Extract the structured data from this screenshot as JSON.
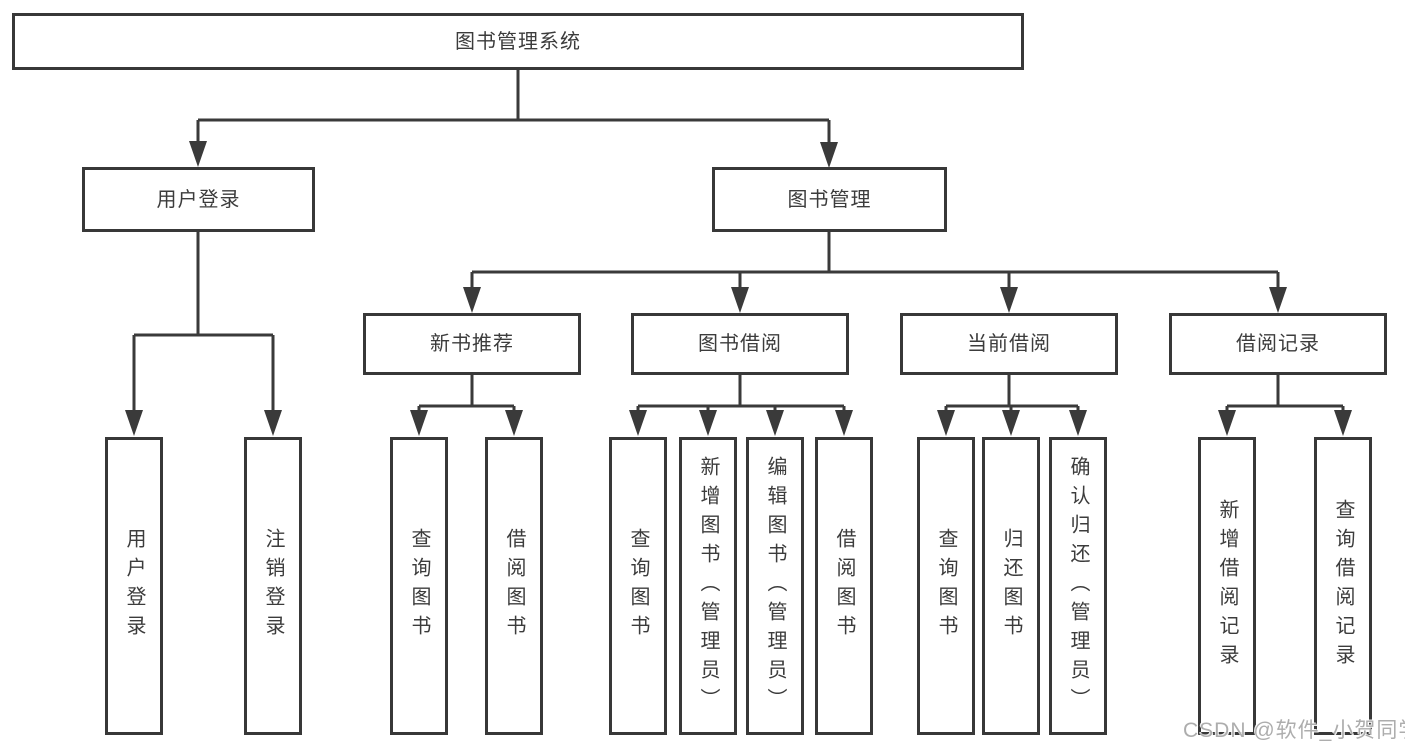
{
  "tree": {
    "label": "图书管理系统",
    "children": [
      {
        "label": "用户登录",
        "children": [
          {
            "label": "用户登录"
          },
          {
            "label": "注销登录"
          }
        ]
      },
      {
        "label": "图书管理",
        "children": [
          {
            "label": "新书推荐",
            "children": [
              {
                "label": "查询图书"
              },
              {
                "label": "借阅图书"
              }
            ]
          },
          {
            "label": "图书借阅",
            "children": [
              {
                "label": "查询图书"
              },
              {
                "label": "新增图书（管理员）"
              },
              {
                "label": "编辑图书（管理员）"
              },
              {
                "label": "借阅图书"
              }
            ]
          },
          {
            "label": "当前借阅",
            "children": [
              {
                "label": "查询图书"
              },
              {
                "label": "归还图书"
              },
              {
                "label": "确认归还（管理员）"
              }
            ]
          },
          {
            "label": "借阅记录",
            "children": [
              {
                "label": "新增借阅记录"
              },
              {
                "label": "查询借阅记录"
              }
            ]
          }
        ]
      }
    ]
  },
  "watermark": {
    "text": "CSDN @软件_小贺同学"
  },
  "colors": {
    "line": "#3a3a3a",
    "border": "#383838",
    "text": "#3c3c3c",
    "watermark": "#adadad",
    "background": "#ffffff"
  }
}
